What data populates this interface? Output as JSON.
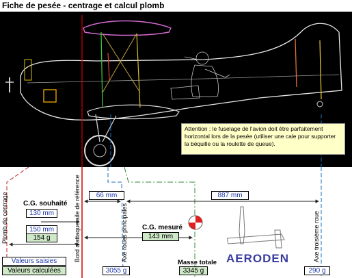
{
  "title": "Fiche de pesée - centrage et calcul plomb",
  "attention": "Attention : le fuselage de l'avion doit être parfaitement horizontal lors de la pesée (utiliser une cale pour supporter la béquille ou la roulette de queue).",
  "labels": {
    "cg_souhaite": "C.G. souhaité",
    "cg_mesure": "C.G. mesuré",
    "masse_totale": "Masse totale",
    "plomb_centrage": "Plomb de centrage",
    "bord_attaque": "Bord d'attaque aile de référence",
    "axe_roues_principales": "Axe roues principales",
    "axe_troisieme_roue": "Axe troisième roue"
  },
  "cells": {
    "cg_souhaite_mm": "130 mm",
    "plomb_mm": "150 mm",
    "plomb_g": "154 g",
    "dist_roues_mm": "66 mm",
    "dist_troisieme_mm": "887 mm",
    "cg_mesure_mm": "143 mm",
    "masse_roues_g": "3055 g",
    "masse_totale_g": "3345 g",
    "masse_troisieme_g": "290 g"
  },
  "legend": {
    "saisies": "Valeurs saisies",
    "calculees": "Valeurs calculées"
  },
  "logo_text": "AERODEN",
  "colors": {
    "input_text": "#1f3aa8",
    "calc_fill": "#cfe8c7",
    "ref_line": "#d00000",
    "wheel_line": "#1a6fbf",
    "cg_line": "#2e8b2e",
    "dim_line": "#222222"
  }
}
